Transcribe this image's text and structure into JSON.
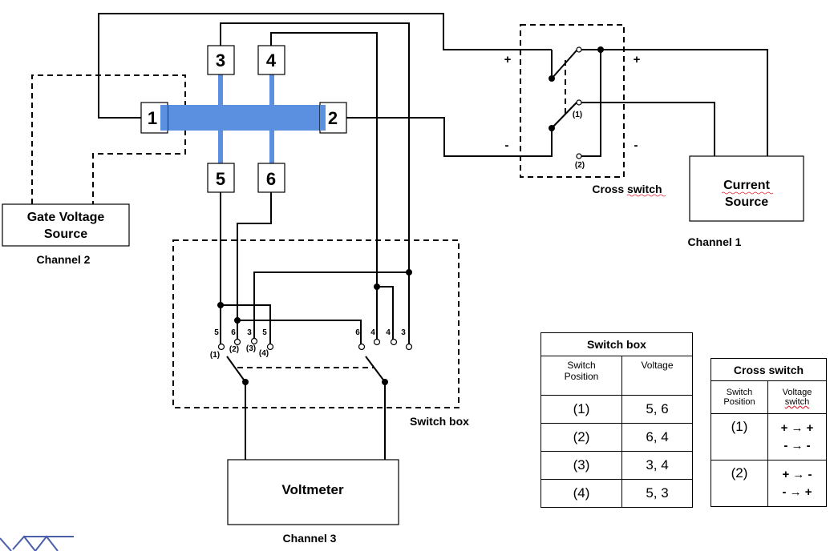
{
  "terminals": {
    "t1": "1",
    "t2": "2",
    "t3": "3",
    "t4": "4",
    "t5": "5",
    "t6": "6"
  },
  "gate_source": {
    "line1": "Gate Voltage",
    "line2": "Source",
    "channel": "Channel 2"
  },
  "current_source": {
    "line1": "Current",
    "line2": "Source",
    "channel": "Channel 1"
  },
  "voltmeter": {
    "label": "Voltmeter",
    "channel": "Channel 3"
  },
  "cross_switch": {
    "label": "Cross switch",
    "plus_left": "+",
    "plus_right": "+",
    "minus_left": "-",
    "minus_right": "-",
    "pos1": "(1)",
    "pos2": "(2)"
  },
  "switch_box": {
    "label": "Switch box",
    "left_contacts": [
      "5",
      "6",
      "3",
      "5"
    ],
    "right_contacts": [
      "6",
      "4",
      "4",
      "3"
    ],
    "positions": [
      "(1)",
      "(2)",
      "(3)",
      "(4)"
    ]
  },
  "switch_box_table": {
    "title": "Switch box",
    "col1": "Switch\nPosition",
    "col2": "Voltage",
    "rows": [
      {
        "pos": "(1)",
        "voltage": "5, 6"
      },
      {
        "pos": "(2)",
        "voltage": "6, 4"
      },
      {
        "pos": "(3)",
        "voltage": "3, 4"
      },
      {
        "pos": "(4)",
        "voltage": "5, 3"
      }
    ]
  },
  "cross_switch_table": {
    "title": "Cross switch",
    "col1": "Switch\nPosition",
    "col2_line1": "Voltage",
    "col2_line2": "switch",
    "rows": [
      {
        "pos": "(1)",
        "line1": "+ → +",
        "line2": "- → -"
      },
      {
        "pos": "(2)",
        "line1": "+ → -",
        "line2": "- → +"
      }
    ]
  },
  "colors": {
    "sample_bar": "#5b8fe0"
  }
}
